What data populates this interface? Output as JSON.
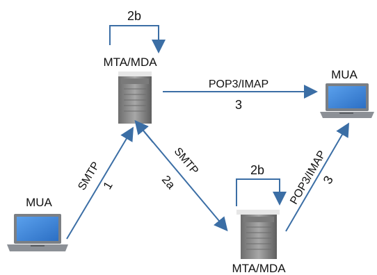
{
  "diagram": {
    "nodes": [
      {
        "id": "mua-left",
        "type": "laptop",
        "label": "MUA"
      },
      {
        "id": "mta-top",
        "type": "server",
        "label": "MTA/MDA"
      },
      {
        "id": "mta-bottom",
        "type": "server",
        "label": "MTA/MDA"
      },
      {
        "id": "mua-right",
        "type": "laptop",
        "label": "MUA"
      }
    ],
    "edges": [
      {
        "from": "mua-left",
        "to": "mta-top",
        "protocol": "SMTP",
        "step": "1"
      },
      {
        "from": "mta-top",
        "to": "mta-bottom",
        "protocol": "SMTP",
        "step": "2a"
      },
      {
        "from": "mta-top",
        "to": "mta-top",
        "step": "2b"
      },
      {
        "from": "mta-bottom",
        "to": "mta-bottom",
        "step": "2b"
      },
      {
        "from": "mta-top",
        "to": "mua-right",
        "protocol": "POP3/IMAP",
        "step": "3"
      },
      {
        "from": "mta-bottom",
        "to": "mua-right",
        "protocol": "POP3/IMAP",
        "step": "3"
      }
    ]
  },
  "colors": {
    "arrow": "#3b6ea5",
    "loop": "#3b6ea5",
    "laptop_screen": "#3a7fd6",
    "laptop_frame": "#6f7378",
    "server_body": "#8f8f8f"
  },
  "icons": {
    "laptop": "laptop-icon",
    "server": "server-icon"
  }
}
